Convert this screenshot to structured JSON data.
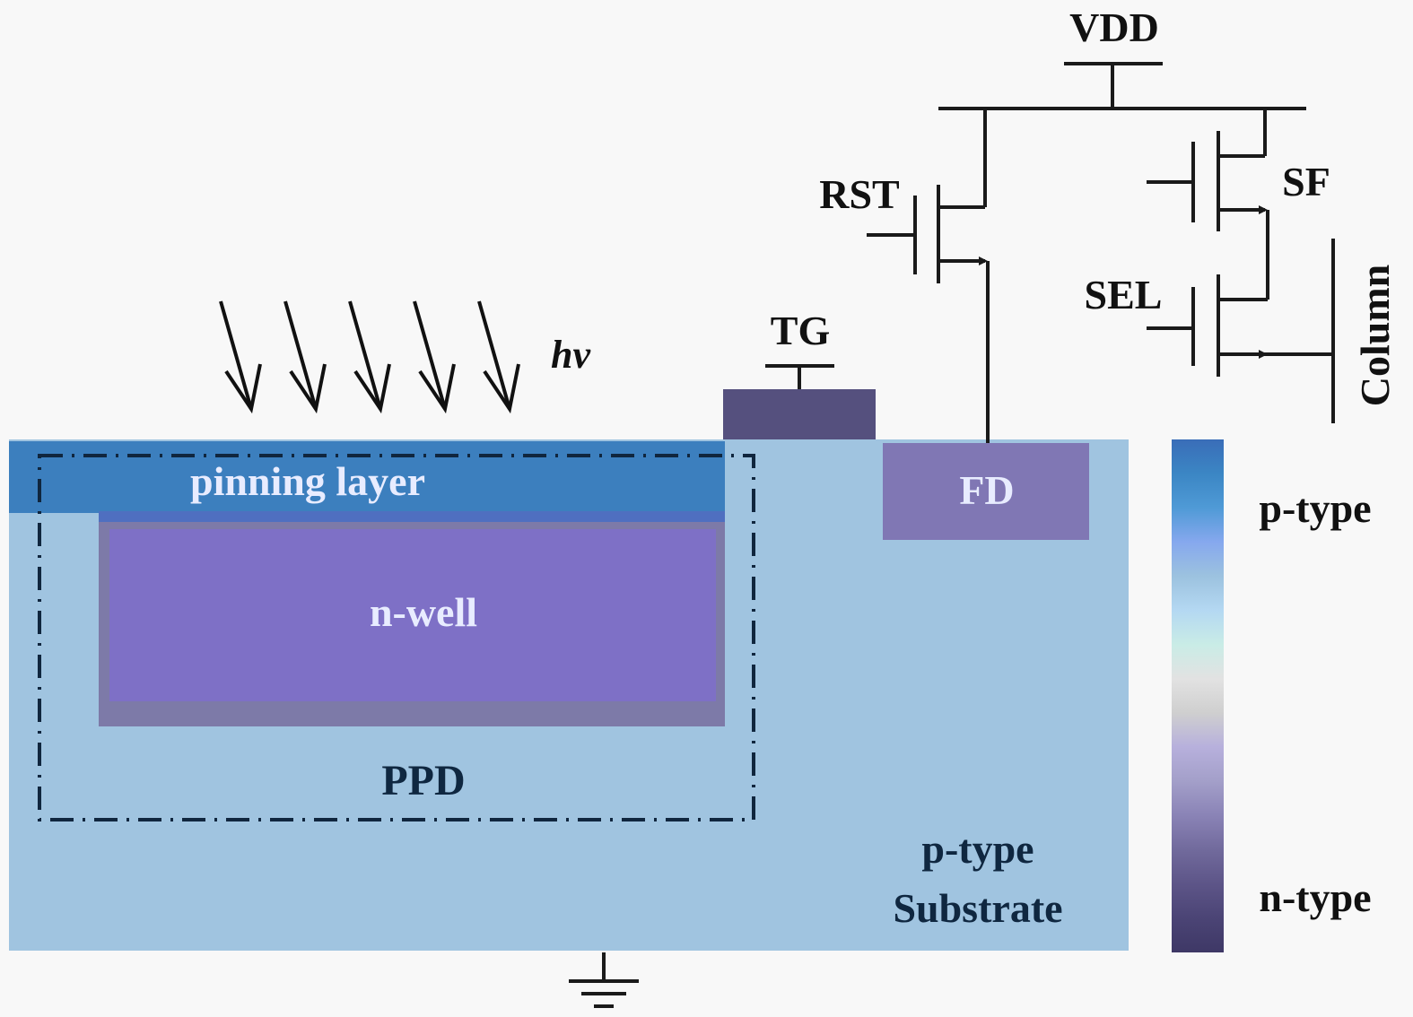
{
  "title": "4T Pinned Photodiode (PPD) Pixel Cross-Section",
  "labels": {
    "vdd": "VDD",
    "rst": "RST",
    "sf": "SF",
    "sel": "SEL",
    "column": "Column",
    "tg": "TG",
    "fd": "FD",
    "light": "hv",
    "pinning_layer": "pinning layer",
    "n_well": "n-well",
    "ppd": "PPD",
    "substrate_line1": "p-type",
    "substrate_line2": "Substrate"
  },
  "legend": {
    "top_label": "p-type",
    "bottom_label": "n-type",
    "gradient_stops": [
      "#3a6db8",
      "#3b86c4",
      "#4f9ad6",
      "#86a8ee",
      "#9cc2df",
      "#b4d8f2",
      "#c9ece6",
      "#e2e2e2",
      "#cfcfcf",
      "#b7b0dc",
      "#a39fc9",
      "#8a83b6",
      "#716a9c",
      "#5d5588",
      "#4b4475",
      "#3e3866"
    ]
  },
  "colors": {
    "substrate": "#a0c4e0",
    "pinning_layer": "#3c7fbe",
    "pinning_edge": "#4f6fc0",
    "n_well": "#7e70c6",
    "n_well_border": "#7d7aa8",
    "tg_gate": "#55507e",
    "fd": "#8077b4",
    "wire": "#1a1a1a",
    "dark_text": "#0f2740",
    "light_text": "#e8ecff"
  },
  "light_arrow_count": 5
}
